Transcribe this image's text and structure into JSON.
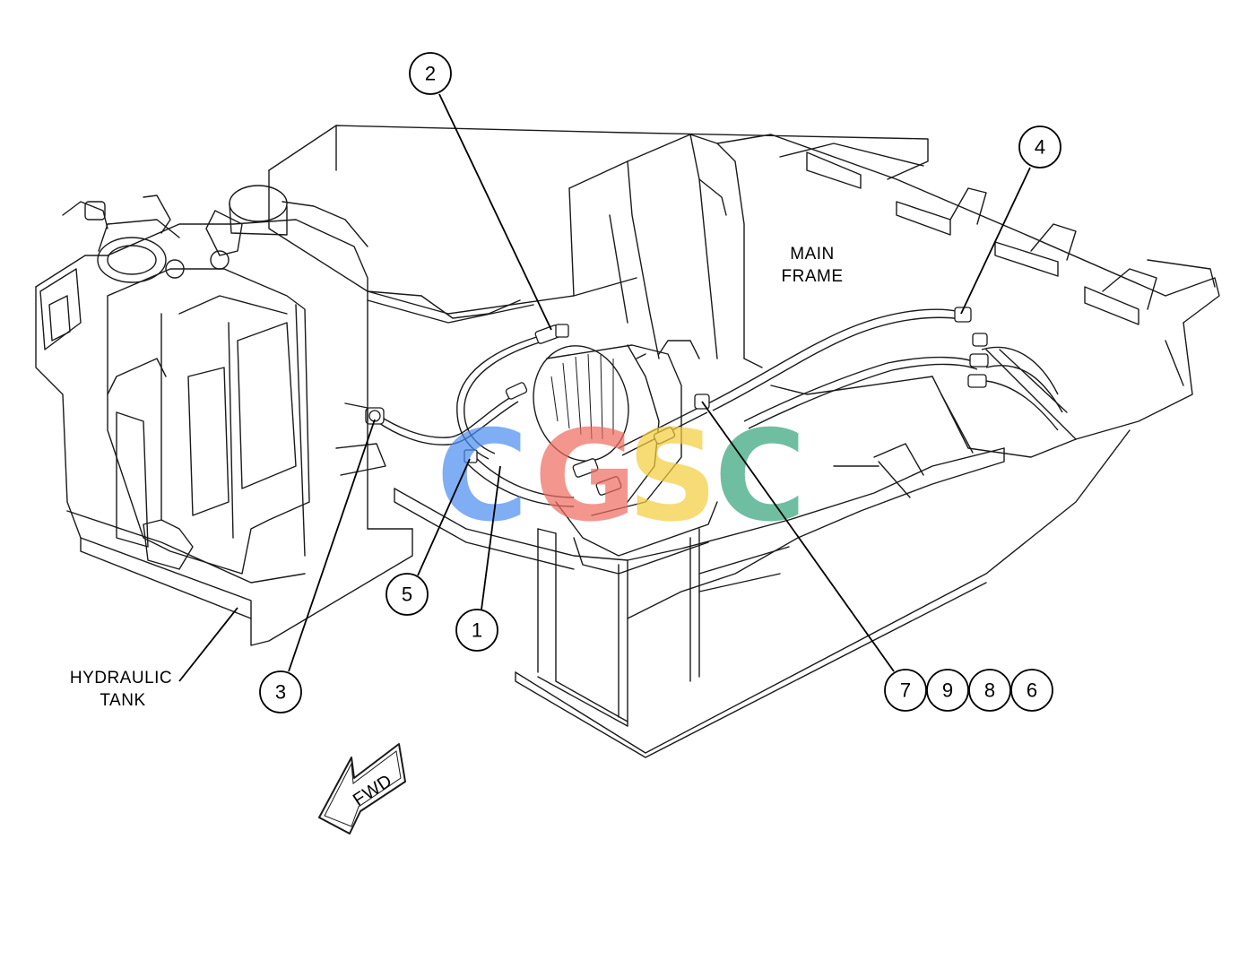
{
  "labels": {
    "hydraulic_tank_line1": "HYDRAULIC",
    "hydraulic_tank_line2": "TANK",
    "main_frame_line1": "MAIN",
    "main_frame_line2": "FRAME",
    "fwd": "FWD"
  },
  "callouts": {
    "c1": "1",
    "c2": "2",
    "c3": "3",
    "c4": "4",
    "c5": "5",
    "c6": "6",
    "c7": "7",
    "c8": "8",
    "c9": "9"
  },
  "watermark": {
    "letters": [
      "C",
      "G",
      "S",
      "C"
    ],
    "colors": [
      "#4a8cf0",
      "#ef6a5f",
      "#f5cc3a",
      "#35a37a"
    ]
  }
}
